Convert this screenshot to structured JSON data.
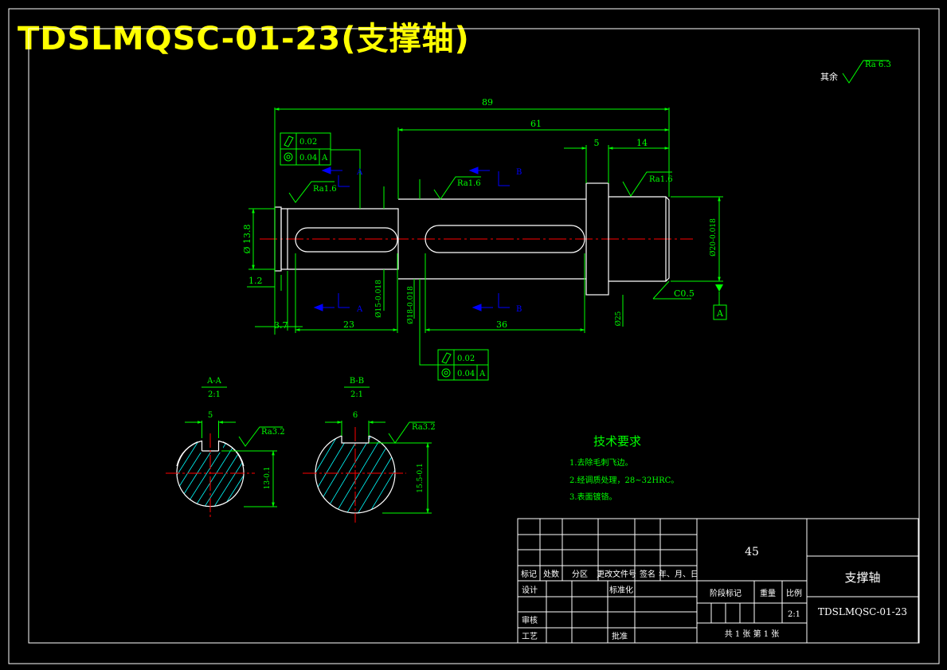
{
  "title": "TDSLMQSC-01-23(支撑轴)",
  "colors": {
    "background": "#000000",
    "outline": "#ffffff",
    "dimension": "#00ff00",
    "centerline": "#ff0000",
    "section_mark": "#0000ff",
    "hatch": "#00ffff",
    "title_text": "#ffff00"
  },
  "surface_finish": {
    "rest_label": "其余",
    "rest_value": "Ra 6.3"
  },
  "dimensions": {
    "overall": "89",
    "body": "61",
    "collar": "5",
    "end": "14",
    "left_dia": "Ø 13.8",
    "groove": "1.2",
    "edge": "3.7",
    "key1": "23",
    "key2": "36",
    "dia15": "Ø15-0.018",
    "dia18": "Ø18-0.018",
    "dia25": "Ø25",
    "dia20": "Ø20-0.018",
    "chamfer": "C0.5",
    "ra_left": "Ra1.6",
    "ra_mid": "Ra1.6",
    "ra_right": "Ra1.6"
  },
  "tolerance_frames": [
    {
      "circ": "0.02",
      "conc": "0.04",
      "datum": "A"
    },
    {
      "circ": "0.02",
      "conc": "0.04",
      "datum": "A"
    }
  ],
  "datum_label": "A",
  "section_letters": {
    "a_top": "A",
    "b_top": "B",
    "a_bottom": "A",
    "b_bottom": "B"
  },
  "sections": [
    {
      "name": "A-A",
      "scale": "2:1",
      "width": "5",
      "depth": "13-0.1",
      "ra": "Ra3.2"
    },
    {
      "name": "B-B",
      "scale": "2:1",
      "width": "6",
      "depth": "15.5-0.1",
      "ra": "Ra3.2"
    }
  ],
  "tech_req": {
    "heading": "技术要求",
    "items": [
      "1.去除毛刺飞边。",
      "2.经调质处理，28~32HRC。",
      "3.表面镀铬。"
    ]
  },
  "title_block": {
    "material": "45",
    "part_name": "支撑轴",
    "drawing_no": "TDSLMQSC-01-23",
    "headers": [
      "标记",
      "处数",
      "分区",
      "更改文件号",
      "签名",
      "年、月、日"
    ],
    "design": "设计",
    "standardize": "标准化",
    "review": "审核",
    "process": "工艺",
    "approve": "批准",
    "stage_mark": "阶段标记",
    "weight": "重量",
    "scale_label": "比例",
    "scale_value": "2:1",
    "sheets": "共 1 张   第 1 张"
  }
}
